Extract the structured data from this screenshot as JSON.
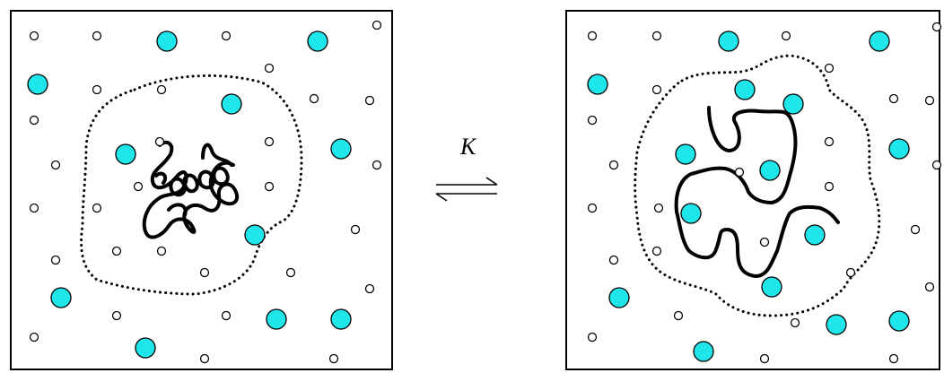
{
  "equilibrium_constant_label": "K",
  "colors": {
    "cosolute_fill": "#1fe6ea",
    "outline": "#000000",
    "background": "#ffffff"
  },
  "panels": [
    {
      "state": "compact",
      "chain_shape": "collapsed coil with helix"
    },
    {
      "state": "expanded",
      "chain_shape": "extended chain"
    }
  ],
  "arrow": {
    "type": "reversible equilibrium"
  }
}
